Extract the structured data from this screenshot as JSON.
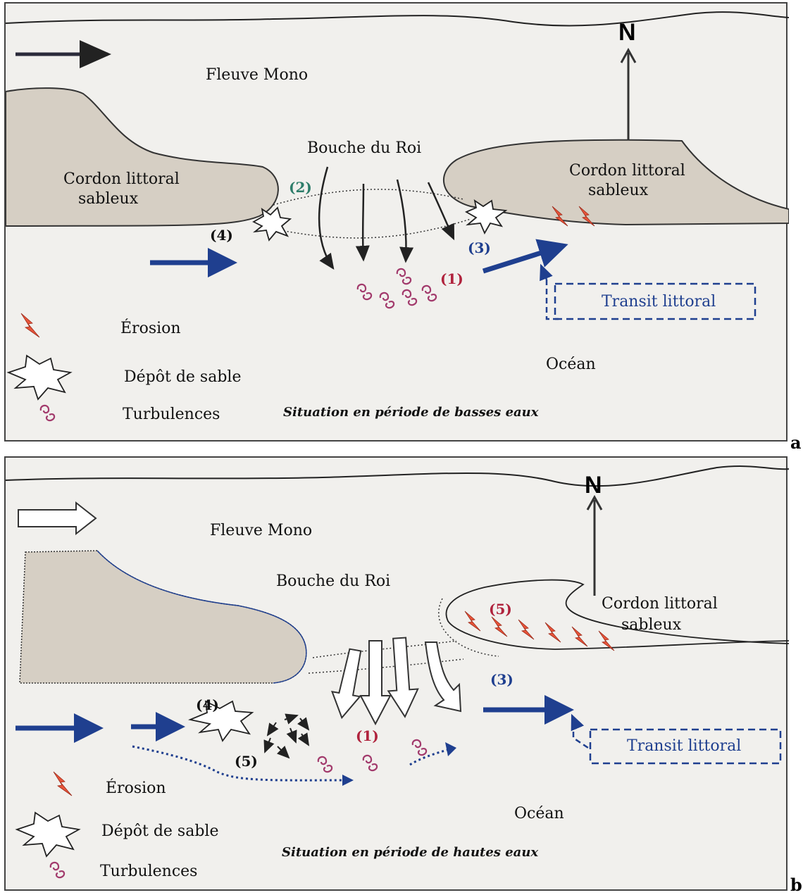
{
  "panel_a": {
    "letter": "a",
    "river": "Fleuve Mono",
    "mouth": "Bouche du Roi",
    "cordon_left_line1": "Cordon littoral",
    "cordon_left_line2": "sableux",
    "cordon_right_line1": "Cordon littoral",
    "cordon_right_line2": "sableux",
    "label_1": "(1)",
    "label_2": "(2)",
    "label_3": "(3)",
    "label_4": "(4)",
    "transit": "Transit littoral",
    "ocean": "Océan",
    "north": "N",
    "caption": "Situation en période de basses eaux",
    "legend": {
      "erosion": "Érosion",
      "deposit": "Dépôt de sable",
      "turbulence": "Turbulences"
    }
  },
  "panel_b": {
    "letter": "b",
    "river": "Fleuve Mono",
    "mouth": "Bouche du Roi",
    "cordon_right_line1": "Cordon littoral",
    "cordon_right_line2": "sableux",
    "label_1": "(1)",
    "label_3": "(3)",
    "label_4": "(4)",
    "label_5_erosion": "(5)",
    "label_5_flow": "(5)",
    "transit": "Transit littoral",
    "ocean": "Océan",
    "north": "N",
    "caption": "Situation en période de hautes eaux",
    "legend": {
      "erosion": "Érosion",
      "deposit": "Dépôt de sable",
      "turbulence": "Turbulences"
    }
  },
  "colors": {
    "sand": "#d6cfc4",
    "blue_arrow": "#1f3f8f",
    "red_label": "#b0233d",
    "green_label": "#2e7d6a",
    "erosion": "#e8553a",
    "turbulence": "#a23a6c"
  }
}
